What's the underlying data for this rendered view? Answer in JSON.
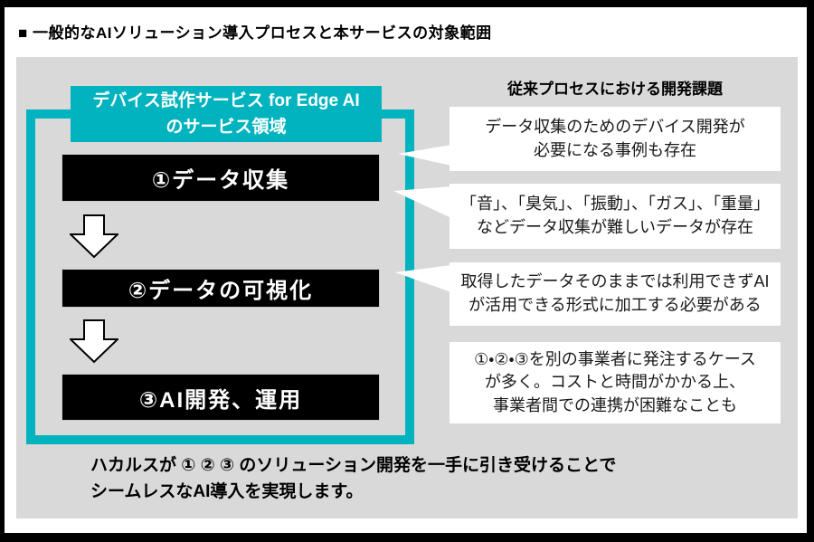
{
  "title": "■ 一般的なAIソリューション導入プロセスと本サービスの対象範囲",
  "colors": {
    "accent_teal": "#00B3BE",
    "panel_gray": "#D9D9D9",
    "step_black": "#000000"
  },
  "scope": {
    "header_lines": [
      "デバイス試作サービス for Edge AI",
      "のサービス領域"
    ],
    "steps": [
      "①データ収集",
      "②データの可視化",
      "③AI開発、運用"
    ]
  },
  "issues": {
    "heading": "従来プロセスにおける開発課題",
    "cards": [
      {
        "lines": [
          "データ収集のためのデバイス開発が",
          "必要になる事例も存在"
        ]
      },
      {
        "lines": [
          "「音」、「臭気」、「振動」、「ガス」、「重量」",
          "などデータ収集が難しいデータが存在"
        ]
      },
      {
        "lines": [
          "取得したデータそのままでは利用できずAI",
          "が活用できる形式に加工する必要がある"
        ]
      },
      {
        "lines": [
          "①・②・③を別の事業者に発注するケース",
          "が多く。コストと時間がかかる上、",
          "事業者間での連携が困難なことも"
        ]
      }
    ]
  },
  "footer_lines": [
    "ハカルスが ① ② ③ のソリューション開発を一手に引き受けることで",
    "シームレスなAI導入を実現します。"
  ]
}
